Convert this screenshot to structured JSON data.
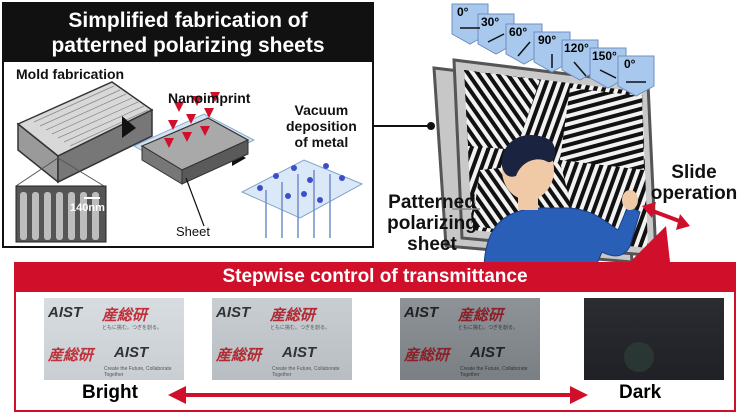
{
  "fabrication": {
    "title_line1": "Simplified fabrication of",
    "title_line2": "patterned polarizing sheets",
    "mold_label": "Mold fabrication",
    "nanoimprint_label": "Nanoimprint",
    "vacuum_line1": "Vacuum",
    "vacuum_line2": "deposition",
    "vacuum_line3": "of metal",
    "scale_label": "140nm",
    "sheet_label": "Sheet"
  },
  "scene": {
    "angles": [
      "0°",
      "30°",
      "60°",
      "90°",
      "120°",
      "150°",
      "0°"
    ],
    "patterned_line1": "Patterned",
    "patterned_line2": "polarizing",
    "patterned_line3": "sheet",
    "slide_line1": "Slide",
    "slide_line2": "operation"
  },
  "control": {
    "title": "Stepwise control of transmittance",
    "bright_label": "Bright",
    "dark_label": "Dark",
    "sample_logo_text": "AIST",
    "sample_kanji": "産総研",
    "sample_jp_tagline": "ともに挑む。つぎを創る。",
    "sample_en_tagline": "Create the Future, Collaborate Together"
  },
  "colors": {
    "red": "#d0102a",
    "black": "#111111",
    "label_blue": "#a8c8ee",
    "shirt_blue": "#2a5fb8"
  }
}
